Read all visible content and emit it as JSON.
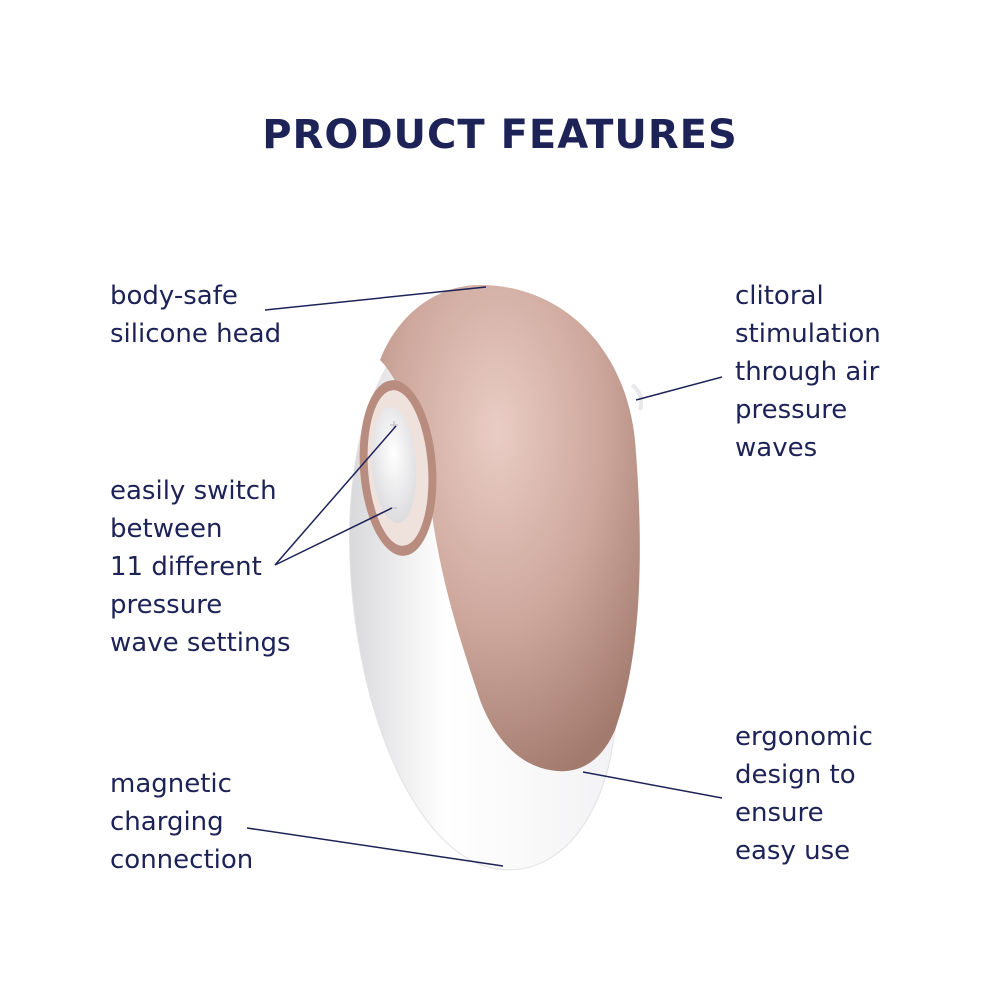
{
  "title": "PRODUCT FEATURES",
  "features": {
    "head": [
      "body-safe",
      "silicone head"
    ],
    "stimulation": [
      "clitoral",
      "stimulation",
      "through air",
      "pressure",
      "waves"
    ],
    "settings": [
      "easily switch",
      "between",
      "11 different",
      "pressure",
      "wave settings"
    ],
    "charging": [
      "magnetic",
      "charging",
      "connection"
    ],
    "ergonomic": [
      "ergonomic",
      "design to",
      "ensure",
      "easy use"
    ]
  },
  "colors": {
    "text": "#1d2257",
    "rose_gold": "#c9a296",
    "rose_gold_dark": "#a87d70",
    "white_body": "#ffffff",
    "shadow": "#e3e3e6"
  }
}
